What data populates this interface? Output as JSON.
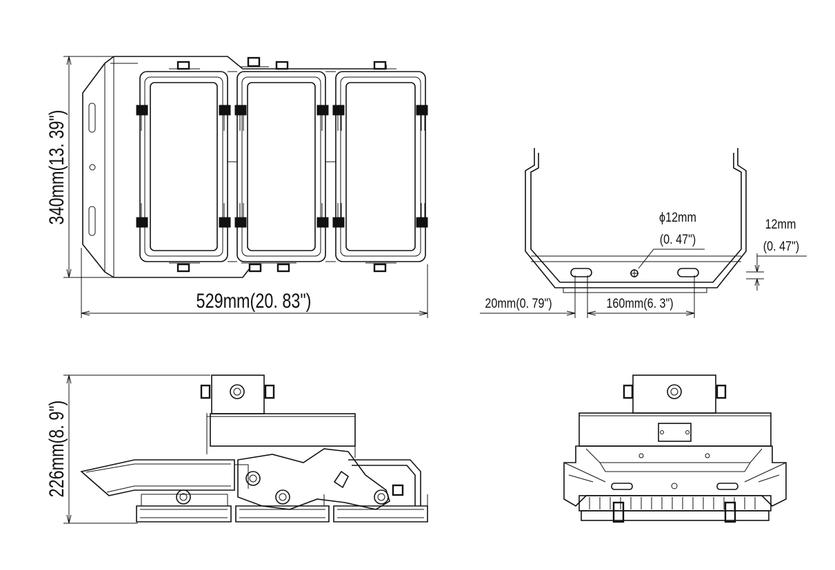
{
  "dimensions": {
    "height_top": "340mm(13. 39\")",
    "width_top": "529mm(20. 83\")",
    "height_side": "226mm(8. 9\")",
    "hole_dia": "ϕ12mm",
    "hole_dia_in": "(0. 47\")",
    "plate_thick": "12mm",
    "plate_thick_in": "(0. 47\")",
    "slot_offset": "20mm(0. 79\")",
    "slot_spacing": "160mm(6. 3\")"
  },
  "colors": {
    "line": "#111111",
    "background": "#ffffff"
  }
}
